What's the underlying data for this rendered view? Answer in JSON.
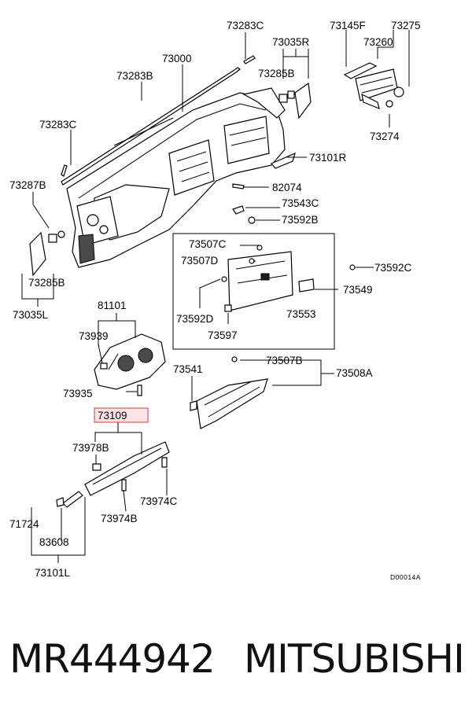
{
  "labels": {
    "l73283C_top": "73283C",
    "l73035R": "73035R",
    "l73145F": "73145F",
    "l73275": "73275",
    "l73260": "73260",
    "l73000": "73000",
    "l73283B": "73283B",
    "l73285B_top": "73285B",
    "l73283C_left": "73283C",
    "l73274": "73274",
    "l73101R": "73101R",
    "l73287B": "73287B",
    "l82074": "82074",
    "l73543C": "73543C",
    "l73592B": "73592B",
    "l73507C": "73507C",
    "l73507D": "73507D",
    "l73592C": "73592C",
    "l73285B_left": "73285B",
    "l73549": "73549",
    "l73035L": "73035L",
    "l73592D": "73592D",
    "l73553": "73553",
    "l81101": "81101",
    "l73597": "73597",
    "l73939": "73939",
    "l73541": "73541",
    "l73507B": "73507B",
    "l73508A": "73508A",
    "l73935": "73935",
    "l73109": "73109",
    "l73978B": "73978B",
    "l73974C": "73974C",
    "l73974B": "73974B",
    "l71724": "71724",
    "l83608": "83608",
    "l73101L": "73101L"
  },
  "diagram_ref": "D00014A",
  "highlight_color": "#d9363e",
  "caption": {
    "part_number": "MR444942",
    "brand": "MITSUBISHI"
  }
}
